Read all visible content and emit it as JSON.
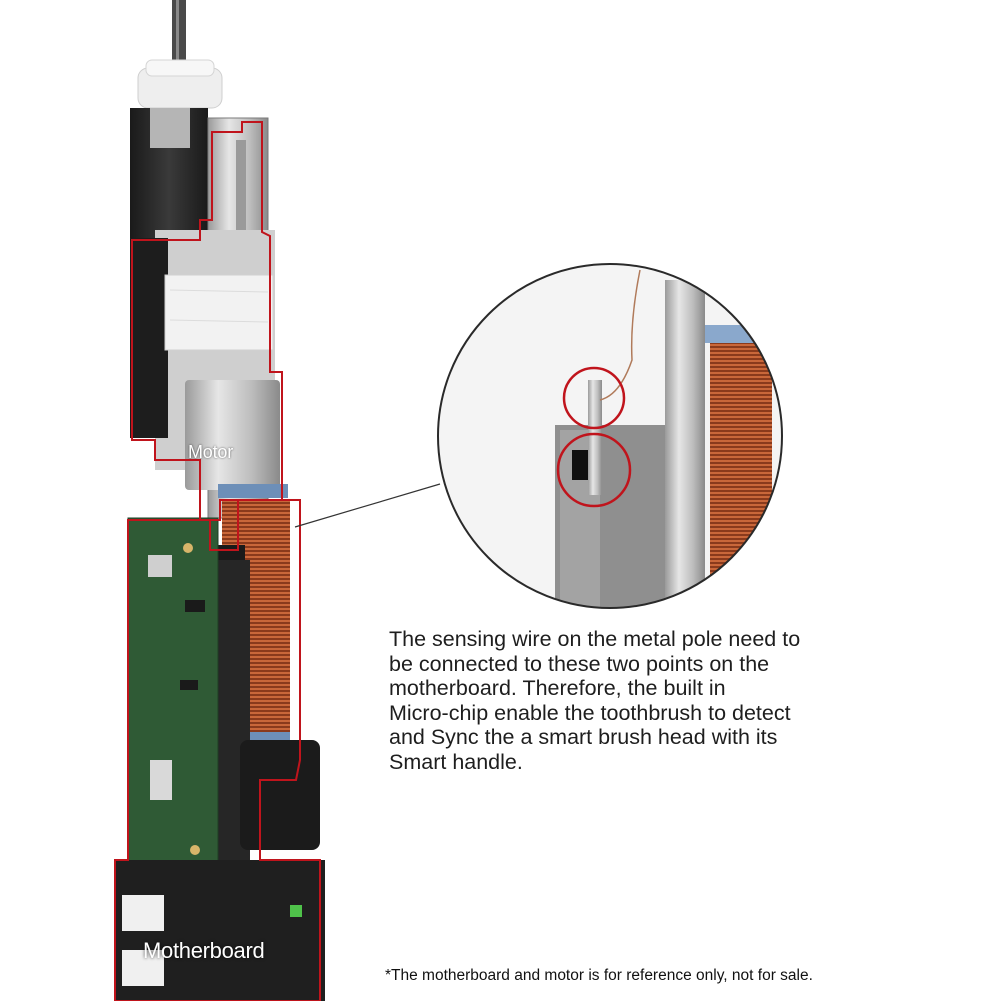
{
  "labels": {
    "motor": "Motor",
    "motherboard": "Motherboard"
  },
  "description_lines": [
    "The sensing wire on the metal pole need to",
    "be connected to these two points on the",
    "motherboard. Therefore, the built in",
    "Micro-chip enable the toothbrush to detect",
    "and Sync the a smart brush head with its",
    "Smart handle."
  ],
  "disclaimer": "*The motherboard and motor is for reference only, not for sale.",
  "colors": {
    "outline_red": "#c0141c",
    "coil_copper": "#b4532a",
    "pcb_green": "#2f5a35",
    "metal_gray": "#c8c8c8",
    "dark_plastic": "#2a2a2a"
  }
}
